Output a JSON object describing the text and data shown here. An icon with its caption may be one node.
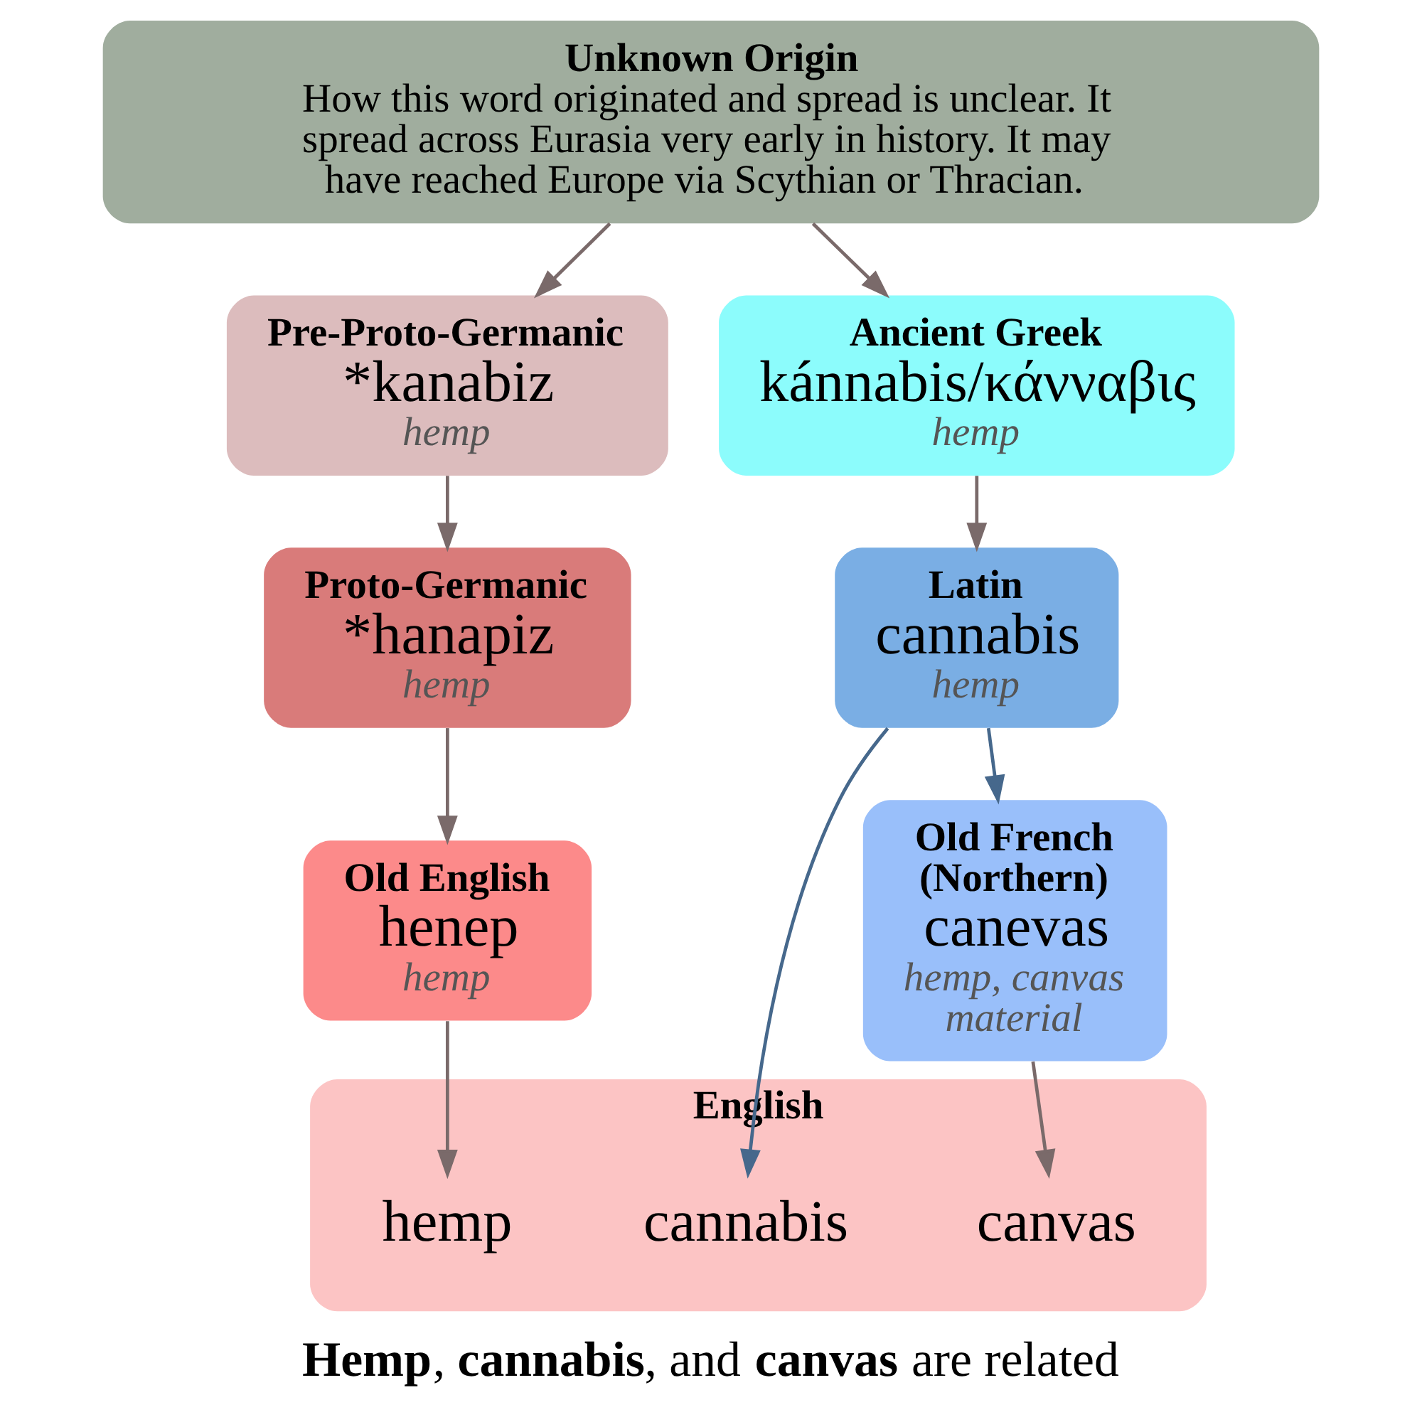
{
  "diagram": {
    "caption": "**Hemp**, **cannabis**, and **canvas** are related",
    "nodes": [
      {
        "text": [
          "Unknown Origin",
          "How this word originated and spread is unclear. It spread across Eurasia very early in history. It may have reached Europe via Scythian or Thracian."
        ]
      },
      {
        "text": [
          "Pre-Proto-Germanic",
          "*kanabiz",
          "hemp"
        ]
      },
      {
        "text": [
          "Ancient Greek",
          "kánnabis/κάνναβις",
          "hemp"
        ]
      },
      {
        "text": [
          "Proto-Germanic",
          "*hanapiz",
          "hemp"
        ]
      },
      {
        "text": [
          "Latin",
          "cannabis",
          "hemp"
        ]
      },
      {
        "text": [
          "Old English",
          "henep",
          "hemp"
        ]
      },
      {
        "text": [
          "Old French (Northern)",
          "canevas",
          "hemp, canvas material"
        ]
      },
      {
        "text": [
          "English"
        ]
      },
      {
        "text": [
          "hemp"
        ],
        "in": 7
      },
      {
        "text": [
          "cannabis"
        ],
        "in": 7
      },
      {
        "text": [
          "canvas"
        ],
        "in": 7
      }
    ],
    "edges": [
      {
        "from": 0,
        "to": 1,
        "arrow": "to"
      },
      {
        "from": 0,
        "to": 2,
        "arrow": "to"
      },
      {
        "from": 1,
        "to": 3,
        "arrow": "to"
      },
      {
        "from": 2,
        "to": 4,
        "arrow": "to"
      },
      {
        "from": 3,
        "to": 5,
        "arrow": "to"
      },
      {
        "from": 4,
        "to": 9,
        "arrow": "to",
        "color": "#46688c"
      },
      {
        "from": 4,
        "to": 6,
        "arrow": "to",
        "color": "#46688c"
      },
      {
        "from": 5,
        "to": 8,
        "arrow": "to"
      },
      {
        "from": 6,
        "to": 10,
        "arrow": "to"
      }
    ]
  }
}
